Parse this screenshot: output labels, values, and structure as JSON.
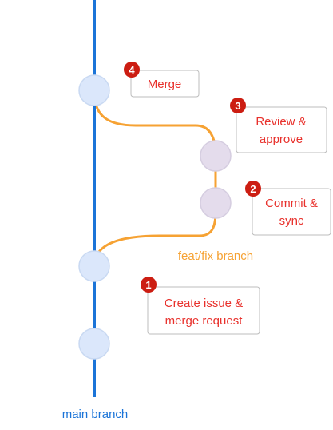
{
  "colors": {
    "main_branch": "#1b74d8",
    "feature_branch": "#f6a233",
    "step_text": "#e8312c",
    "badge": "#cc1d12"
  },
  "labels": {
    "main_branch": "main branch",
    "feature_branch": "feat/fix branch"
  },
  "steps": [
    {
      "number": "1",
      "lines": [
        "Create issue &",
        "merge request"
      ]
    },
    {
      "number": "2",
      "lines": [
        "Commit &",
        "sync"
      ]
    },
    {
      "number": "3",
      "lines": [
        "Review &",
        "approve"
      ]
    },
    {
      "number": "4",
      "lines": [
        "Merge"
      ]
    }
  ]
}
